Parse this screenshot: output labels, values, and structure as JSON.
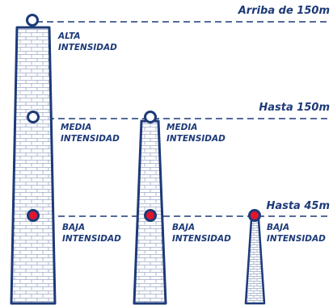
{
  "colors": {
    "navy": "#1d3a78",
    "brick_fill": "#ffffff",
    "brick_line": "#1d3a78",
    "light_red": "#e3152d",
    "light_white": "#ffffff"
  },
  "levels": {
    "top": "Arriba de 150m",
    "mid": "Hasta 150m",
    "low": "Hasta 45m"
  },
  "towers": {
    "tall": {
      "alta_line1": "ALTA",
      "alta_line2": "INTENSIDAD",
      "media_line1": "MEDIA",
      "media_line2": "INTENSIDAD",
      "baja_line1": "BAJA",
      "baja_line2": "INTENSIDAD"
    },
    "medium": {
      "media_line1": "MEDIA",
      "media_line2": "INTENSIDAD",
      "baja_line1": "BAJA",
      "baja_line2": "INTENSIDAD"
    },
    "short": {
      "baja_line1": "BAJA",
      "baja_line2": "INTENSIDAD"
    }
  },
  "icons": {
    "light_white": "white-obstruction-light-icon",
    "light_red": "red-obstruction-light-icon"
  }
}
